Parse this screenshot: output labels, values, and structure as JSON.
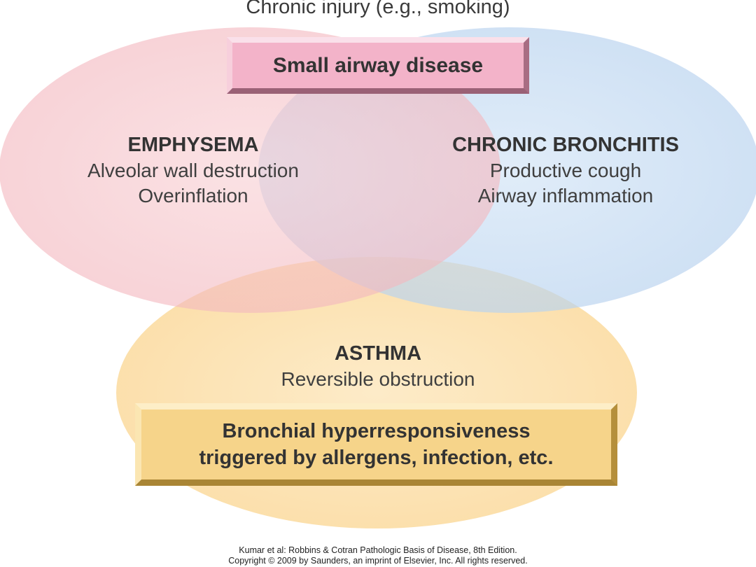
{
  "diagram": {
    "top_label": "Chronic injury (e.g., smoking)",
    "small_airway_box": "Small airway disease",
    "emphysema": {
      "title": "EMPHYSEMA",
      "line1": "Alveolar wall destruction",
      "line2": "Overinflation",
      "color": "#f2a3ab"
    },
    "chronic_bronchitis": {
      "title": "CHRONIC BRONCHITIS",
      "line1": "Productive cough",
      "line2": "Airway inflammation",
      "color": "#a9c8ec"
    },
    "asthma": {
      "title": "ASTHMA",
      "line1": "Reversible obstruction",
      "color": "#fad796"
    },
    "bronchial_box": {
      "line1": "Bronchial hyperresponsiveness",
      "line2": "triggered by allergens, infection, etc."
    }
  },
  "footer": {
    "line1": "Kumar et al: Robbins & Cotran Pathologic Basis of Disease, 8th Edition.",
    "line2": "Copyright © 2009 by Saunders, an imprint of Elsevier, Inc. All rights reserved."
  }
}
